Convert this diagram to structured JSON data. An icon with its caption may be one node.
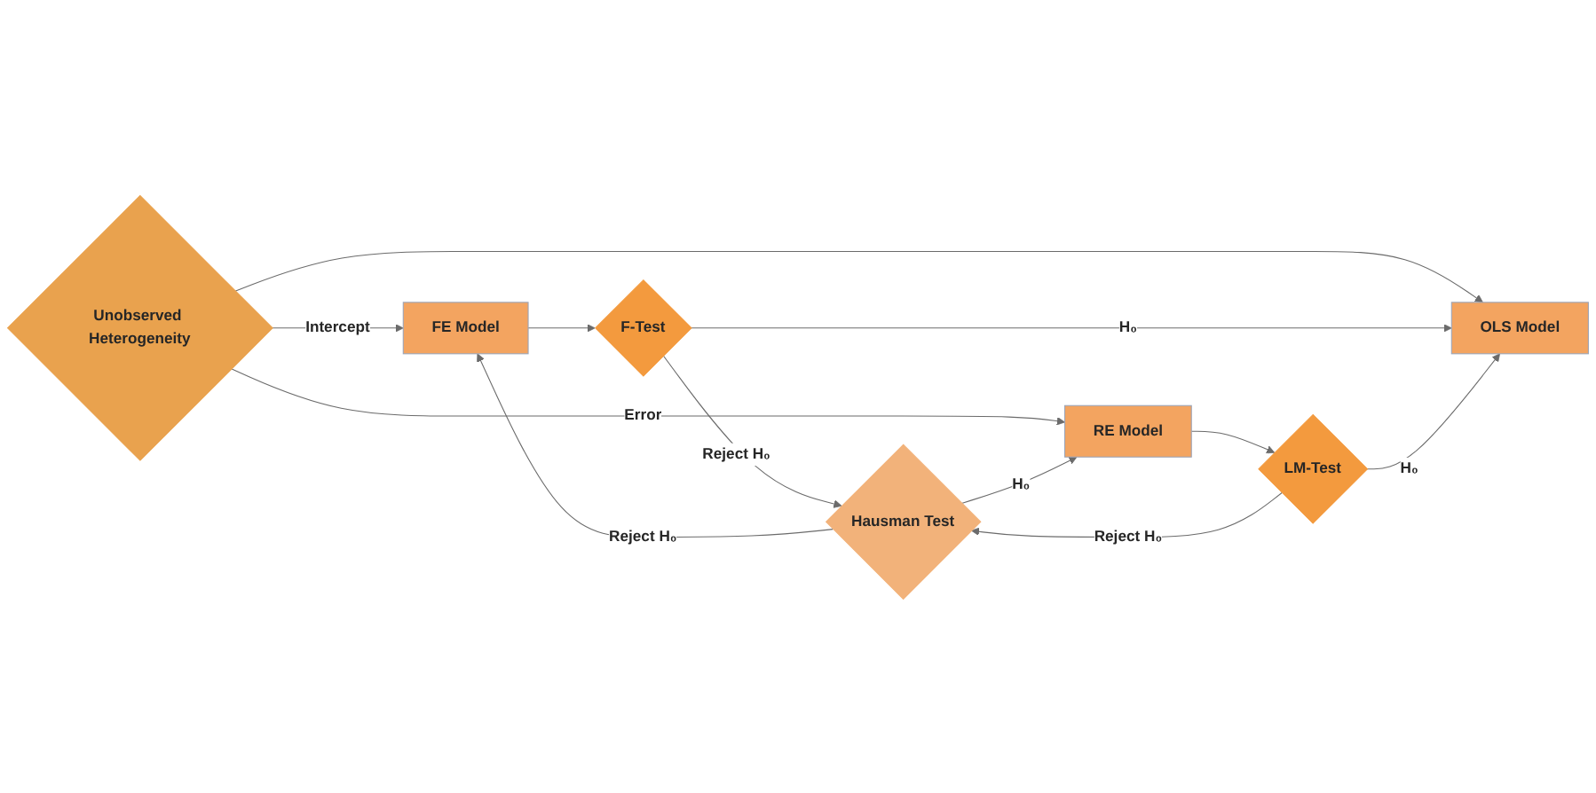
{
  "diagram": {
    "nodes": [
      {
        "text": [
          "Unobserved Heterogeneity"
        ]
      },
      {
        "text": [
          "FE Model"
        ]
      },
      {
        "text": [
          "F-Test"
        ]
      },
      {
        "text": [
          "OLS Model"
        ]
      },
      {
        "text": [
          "Hausman Test"
        ]
      },
      {
        "text": [
          "RE Model"
        ]
      },
      {
        "text": [
          "LM-Test"
        ]
      }
    ],
    "edges": [
      {
        "from": 0,
        "to": 1,
        "arrow": "to",
        "label": "Intercept"
      },
      {
        "from": 0,
        "to": 3,
        "arrow": "to"
      },
      {
        "from": 0,
        "to": 5,
        "arrow": "to",
        "label": "Error"
      },
      {
        "from": 1,
        "to": 2,
        "arrow": "to"
      },
      {
        "from": 2,
        "to": 3,
        "arrow": "to",
        "label": "H₀"
      },
      {
        "from": 2,
        "to": 4,
        "arrow": "to",
        "label": "Reject H₀"
      },
      {
        "from": 4,
        "to": 1,
        "arrow": "to",
        "label": "Reject H₀"
      },
      {
        "from": 5,
        "to": 6,
        "arrow": "to"
      },
      {
        "from": 6,
        "to": 3,
        "arrow": "to",
        "label": "H₀"
      },
      {
        "from": 6,
        "to": 4,
        "arrow": "to",
        "label": "Reject H₀"
      },
      {
        "from": 4,
        "to": 5,
        "arrow": "to",
        "label": "H₀"
      }
    ]
  }
}
